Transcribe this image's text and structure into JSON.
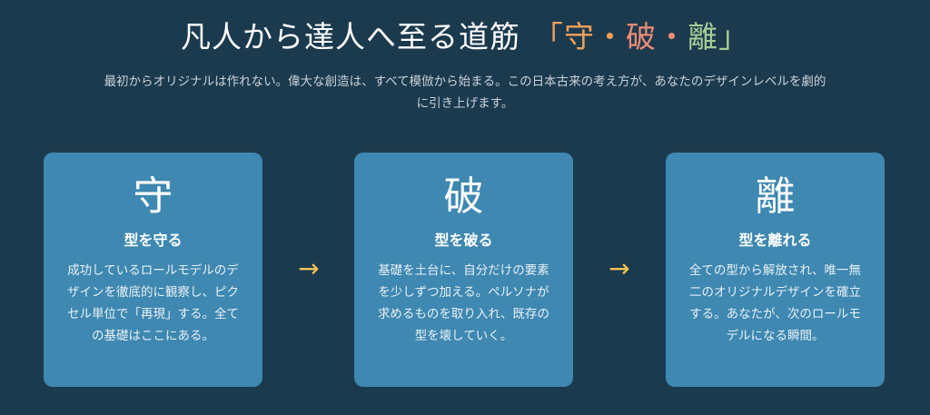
{
  "header": {
    "title_main": "凡人から達人へ至る道筋",
    "bracket_open": "「",
    "shu": "守",
    "dot1": "・",
    "ha": "破",
    "dot2": "・",
    "ri": "離",
    "bracket_close": "」",
    "subtitle": "最初からオリジナルは作れない。偉大な創造は、すべて模倣から始まる。この日本古来の考え方が、あなたのデザインレベルを劇的に引き上げます。"
  },
  "colors": {
    "background": "#1b3a4e",
    "card": "#3e88b1",
    "shu": "#f0a05a",
    "ha": "#f08c74",
    "ri": "#a6cc95",
    "arrow": "#f3c253"
  },
  "cards": [
    {
      "kanji": "守",
      "heading": "型を守る",
      "body": "成功しているロールモデルのデザインを徹底的に観察し、ピクセル単位で「再現」する。全ての基礎はここにある。"
    },
    {
      "kanji": "破",
      "heading": "型を破る",
      "body": "基礎を土台に、自分だけの要素を少しずつ加える。ペルソナが求めるものを取り入れ、既存の型を壊していく。"
    },
    {
      "kanji": "離",
      "heading": "型を離れる",
      "body": "全ての型から解放され、唯一無二のオリジナルデザインを確立する。あなたが、次のロールモデルになる瞬間。"
    }
  ],
  "arrows": {
    "glyph": "→"
  }
}
